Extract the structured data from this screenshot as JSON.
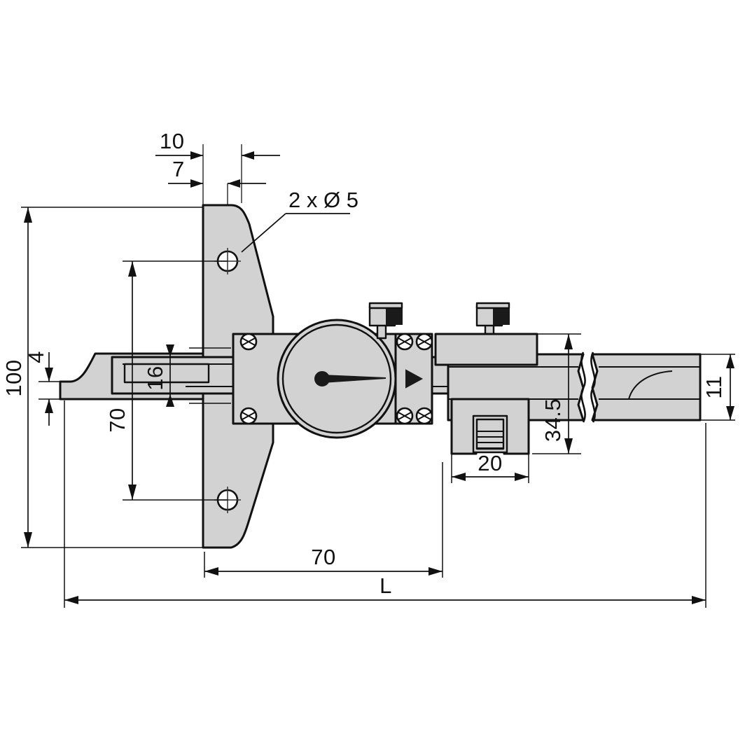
{
  "drawing": {
    "title": "Dial Depth Gauge Dimensional Drawing",
    "type": "engineering-drawing",
    "background_color": "#ffffff",
    "part_fill_color": "#d2d2d2",
    "line_color": "#111111",
    "dimensions": {
      "base_width_outer": "10",
      "base_width_inner": "7",
      "hole_note": "2 x Ø 5",
      "total_height": "100",
      "base_thickness": "4",
      "hole_spacing": "70",
      "rail_height": "16",
      "slider_height": "34.5",
      "fine_adjust_width": "20",
      "beam_thickness": "11",
      "base_to_slider": "70",
      "overall_length": "L"
    }
  },
  "chart_data": {
    "type": "table",
    "title": "Dial Depth Gauge Dimensional Drawing",
    "categories": [
      "base_width_outer",
      "base_width_inner",
      "hole_note",
      "total_height",
      "base_thickness",
      "hole_spacing",
      "rail_height",
      "slider_height",
      "fine_adjust_width",
      "beam_thickness",
      "base_to_slider",
      "overall_length"
    ],
    "values": [
      10,
      7,
      5,
      100,
      4,
      70,
      16,
      34.5,
      20,
      11,
      70,
      null
    ],
    "labels": [
      "10",
      "7",
      "2 x Ø 5",
      "100",
      "4",
      "70",
      "16",
      "34.5",
      "20",
      "11",
      "70",
      "L"
    ],
    "unit": "mm",
    "xlabel": "",
    "ylabel": ""
  }
}
